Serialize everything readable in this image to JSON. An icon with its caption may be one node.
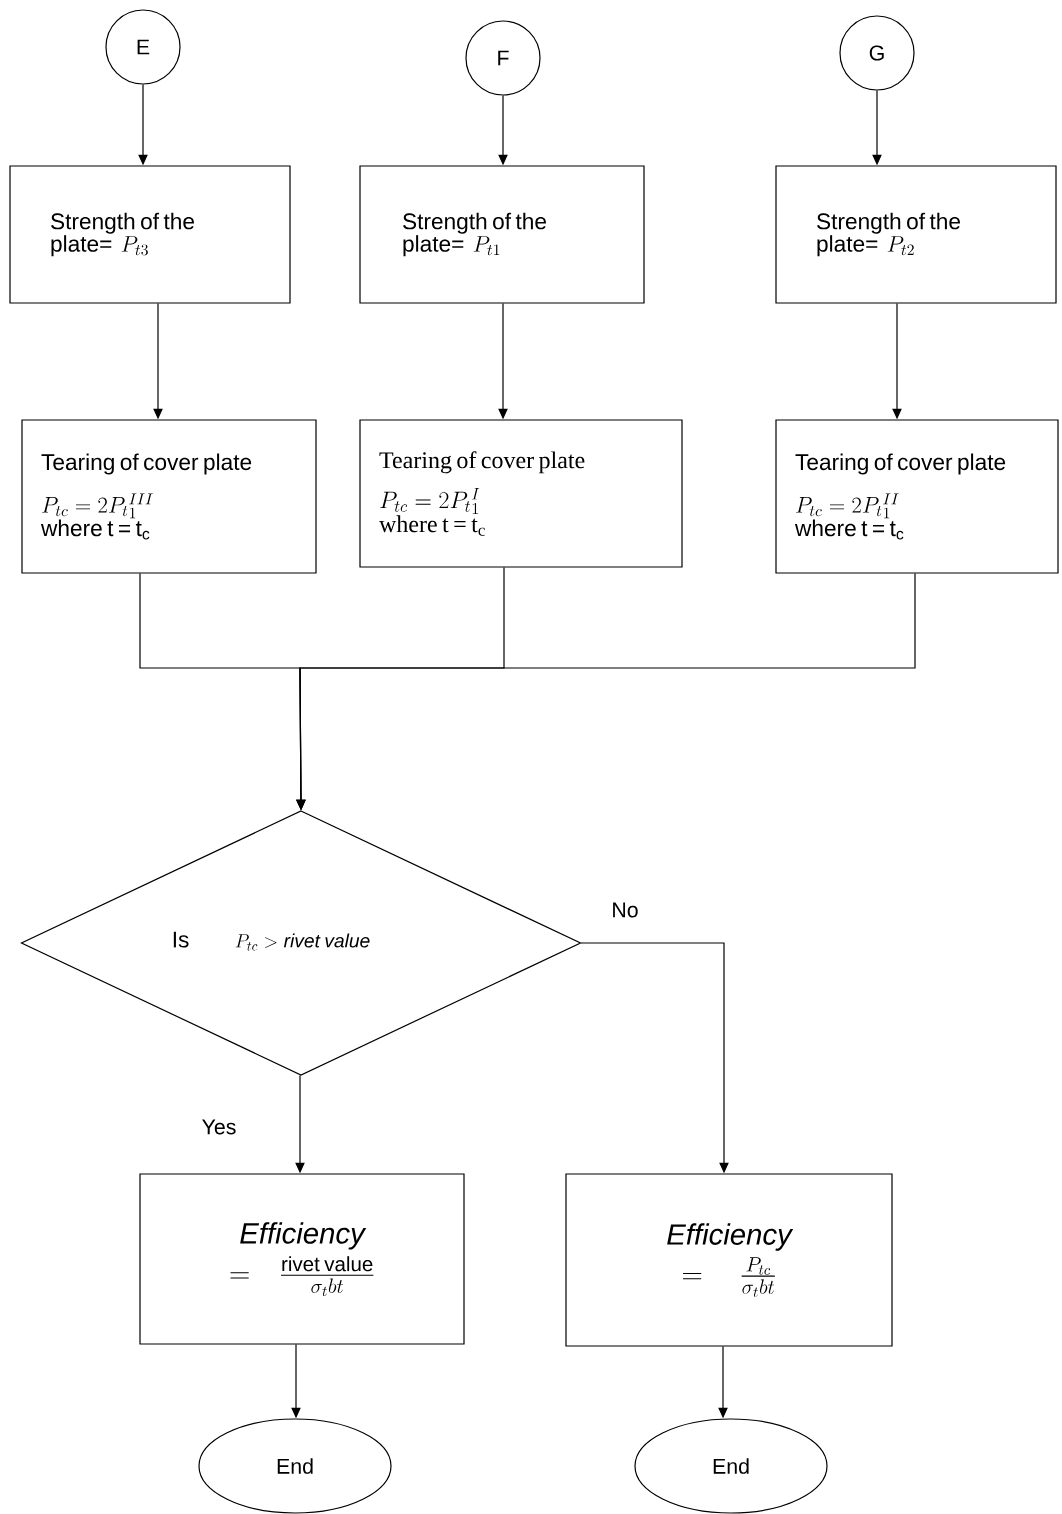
{
  "diagram": {
    "nodes": [
      {
        "text": [
          "E"
        ]
      },
      {
        "text": [
          "F"
        ]
      },
      {
        "text": [
          "G"
        ]
      },
      {
        "text": [
          "Strength of the plate=",
          "P_{t3}"
        ]
      },
      {
        "text": [
          "Strength of the plate=",
          "P_{t1}"
        ]
      },
      {
        "text": [
          "Strength of the plate=",
          "P_{t2}"
        ]
      },
      {
        "text": [
          "Tearing of cover plate",
          "P_{tc} = 2P_{t}{}^{III}_{1}",
          "where t = t$_{c}$"
        ]
      },
      {
        "text": [
          "Tearing of cover plate",
          "P_{tc} = 2P_{t}{}^{I}_{1}",
          "where t = t$_{c}$"
        ]
      },
      {
        "text": [
          "Tearing of cover plate",
          "P_{tc} = 2P_{t}{}^{II}_{1}",
          "where t = t$_{c}$"
        ]
      },
      {
        "text": [
          "Is",
          "P_{tc} > \\mathit{rivet\\ value}"
        ]
      },
      {
        "text": [
          "\\mathit{Efficiency}",
          "= \\frac{\\text{rivet value}}{\\sigma_t bt}"
        ]
      },
      {
        "text": [
          "\\mathit{Efficiency}",
          "= \\frac{P_{tc}}{\\sigma_t bt}"
        ]
      },
      {
        "text": [
          "End"
        ]
      },
      {
        "text": [
          "End"
        ]
      }
    ],
    "edges": [
      {
        "from": 0,
        "to": 3,
        "arrow": "to"
      },
      {
        "from": 1,
        "to": 4,
        "arrow": "to"
      },
      {
        "from": 2,
        "to": 5,
        "arrow": "to"
      },
      {
        "from": 3,
        "to": 6,
        "arrow": "to"
      },
      {
        "from": 4,
        "to": 7,
        "arrow": "to"
      },
      {
        "from": 5,
        "to": 8,
        "arrow": "to"
      },
      {
        "from": 6,
        "to": 9,
        "arrow": "to"
      },
      {
        "from": 7,
        "to": 9,
        "arrow": "to"
      },
      {
        "from": 8,
        "to": 9,
        "arrow": "to"
      },
      {
        "from": 9,
        "to": 10,
        "arrow": "to",
        "label": "Yes"
      },
      {
        "from": 9,
        "to": 11,
        "arrow": "to",
        "label": "No"
      },
      {
        "from": 10,
        "to": 12,
        "arrow": "to"
      },
      {
        "from": 11,
        "to": 13,
        "arrow": "to"
      }
    ]
  }
}
